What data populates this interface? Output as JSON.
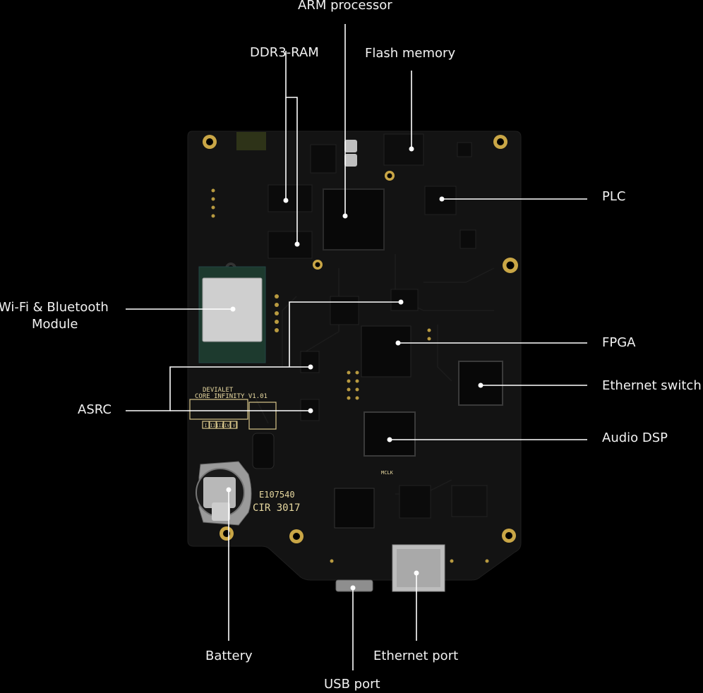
{
  "labels": {
    "arm_processor": "ARM processor",
    "ddr3_ram": "DDR3-RAM",
    "flash_memory": "Flash memory",
    "plc": "PLC",
    "wifi_bt_line1": "Wi-Fi & Bluetooth",
    "wifi_bt_line2": "Module",
    "fpga": "FPGA",
    "ethernet_switch": "Ethernet switch",
    "asrc": "ASRC",
    "audio_dsp": "Audio DSP",
    "battery": "Battery",
    "ethernet_port": "Ethernet port",
    "usb_port": "USB port"
  },
  "board_markings": {
    "brand": "DEVIALET",
    "model": "CORE INFINITY  V1.01",
    "serial": "E107540",
    "cir": "CIR 3017",
    "mclk": "MCLK",
    "roman_boxes": [
      "I",
      "II",
      "III",
      "IV",
      "V"
    ]
  },
  "colors": {
    "background": "#000000",
    "pcb": "#141414",
    "leader_line": "#ffffff",
    "silkscreen": "#e8d9a0",
    "gold_pad": "#c9a646"
  }
}
